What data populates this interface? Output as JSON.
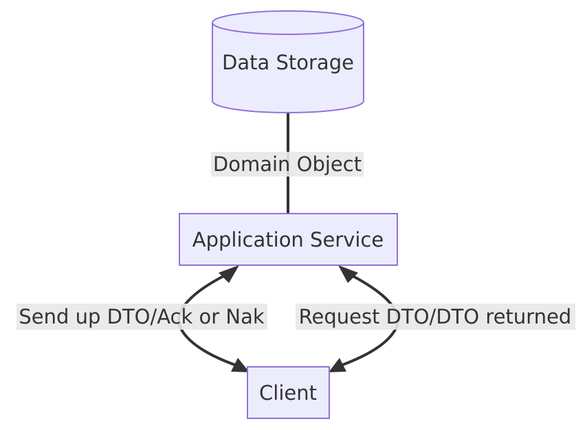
{
  "nodes": {
    "data_storage": {
      "label": "Data Storage",
      "shape": "cylinder"
    },
    "application_service": {
      "label": "Application Service",
      "shape": "rectangle"
    },
    "client": {
      "label": "Client",
      "shape": "rectangle"
    }
  },
  "edges": {
    "storage_to_service": {
      "label": "Domain Object",
      "arrow": "none"
    },
    "client_service_left": {
      "label": "Send up DTO/Ack or Nak",
      "arrow": "both"
    },
    "client_service_right": {
      "label": "Request DTO/DTO returned",
      "arrow": "both"
    }
  },
  "colors": {
    "node_fill": "#ECECFF",
    "node_stroke": "#9370DB",
    "edge": "#333333",
    "label_background": "#E8E8E8",
    "text": "#333333"
  }
}
